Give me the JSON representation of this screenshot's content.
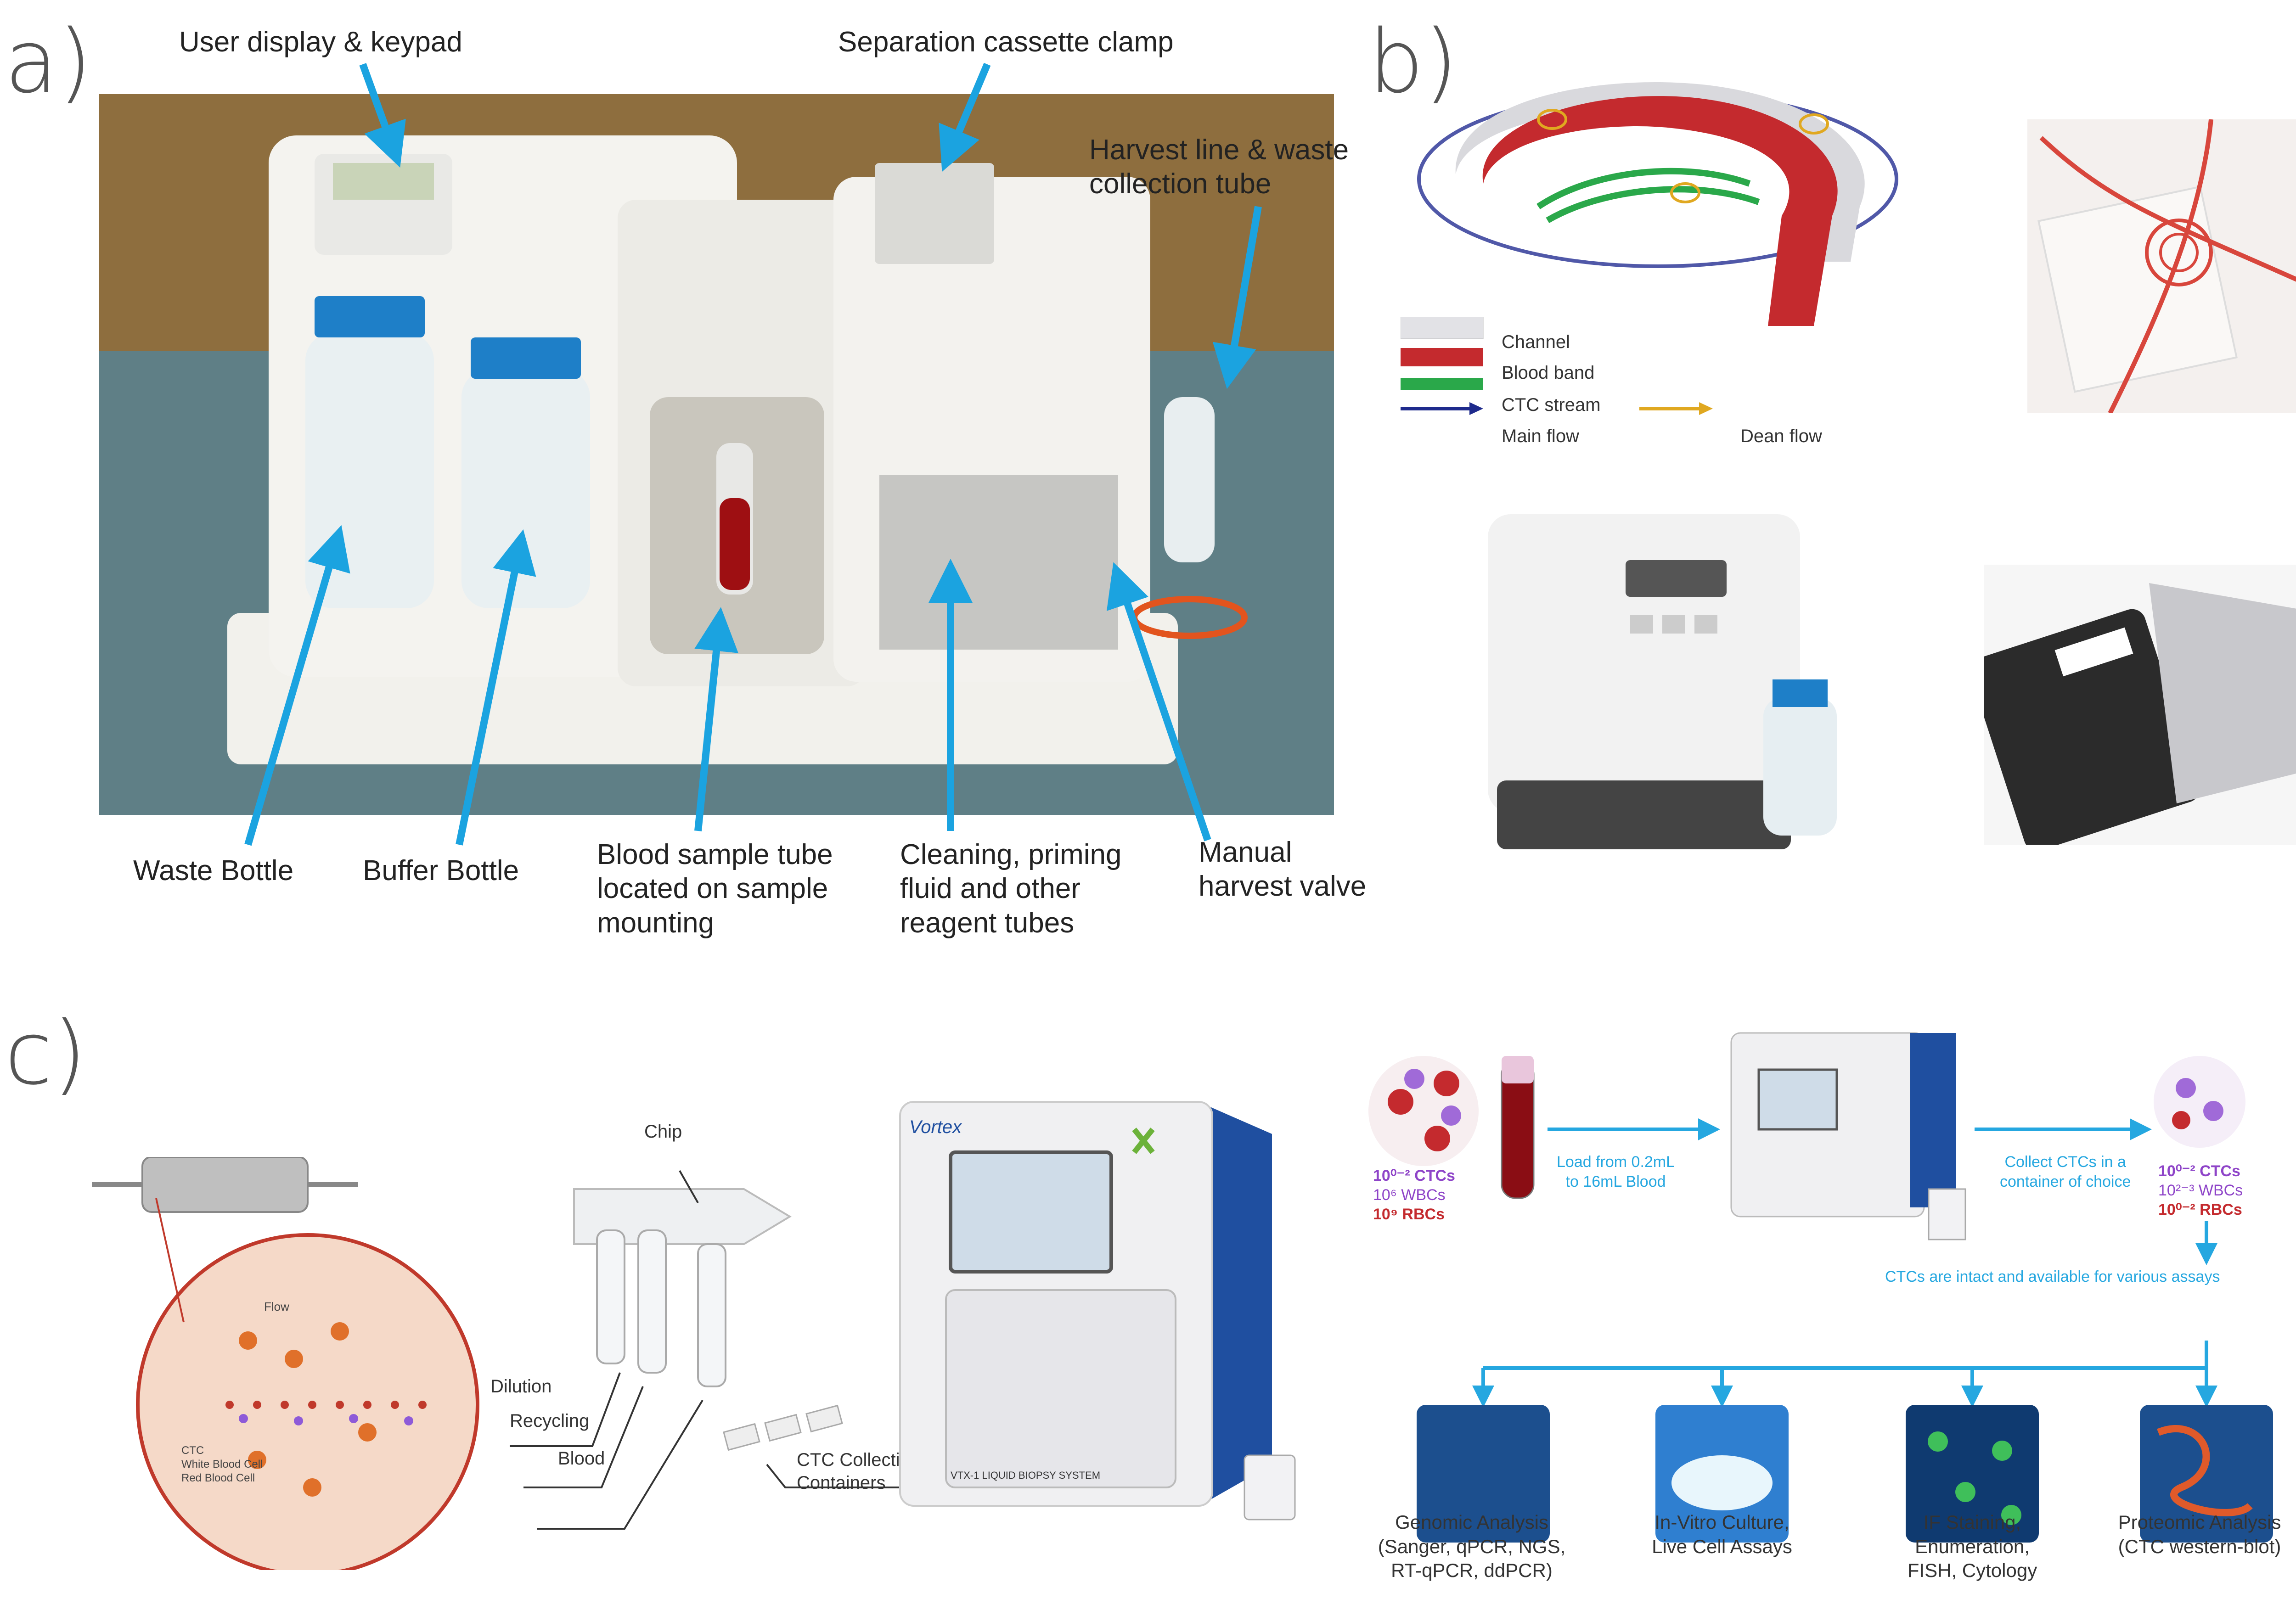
{
  "panel_a": {
    "label": "a)",
    "annotations": {
      "user_display": "User display & keypad",
      "cassette_clamp": "Separation cassette clamp",
      "harvest_line": "Harvest line & waste\ncollection tube",
      "waste_bottle": "Waste Bottle",
      "buffer_bottle": "Buffer Bottle",
      "blood_sample": "Blood sample tube\nlocated on sample\nmounting",
      "cleaning": "Cleaning, priming\nfluid and other\nreagent tubes",
      "manual_valve": "Manual\nharvest valve"
    },
    "arrow_color": "#1ba3e0"
  },
  "panel_b": {
    "label": "b)",
    "legend": {
      "channel": "Channel",
      "blood_band": "Blood band",
      "ctc_stream": "CTC stream",
      "main_flow": "Main flow",
      "dean_flow": "Dean flow"
    },
    "colors": {
      "channel": "#e2e2e6",
      "blood": "#c42a2e",
      "ctc": "#2aa84a",
      "main": "#1e2a8c",
      "dean": "#e0a820"
    }
  },
  "panel_c": {
    "label": "c)",
    "chip_labels": {
      "chip": "Chip",
      "dilution": "Dilution",
      "recycling": "Recycling",
      "blood": "Blood",
      "ctc_containers": "CTC Collection\nContainers"
    },
    "legend": {
      "ctc": "CTC",
      "wbc": "White Blood Cell",
      "rbc": "Red Blood Cell",
      "flow": "Flow"
    },
    "instrument": {
      "brand": "Vortex",
      "model": "VTX-1 LIQUID BIOPSY SYSTEM"
    },
    "workflow": {
      "input_counts": [
        "10⁰⁻² CTCs",
        "10⁶ WBCs",
        "10⁹ RBCs"
      ],
      "load_text": "Load from 0.2mL\nto 16mL Blood",
      "collect_text": "Collect CTCs in a\ncontainer of choice",
      "output_counts": [
        "10⁰⁻² CTCs",
        "10²⁻³ WBCs",
        "10⁰⁻² RBCs"
      ],
      "intact_text": "CTCs are intact and available for various assays",
      "assays": [
        "Genomic Analysis\n(Sanger, qPCR, NGS,\nRT-qPCR, ddPCR)",
        "In-Vitro Culture,\nLive Cell Assays",
        "IF Staining,\nEnumeration,\nFISH, Cytology",
        "Proteomic Analysis\n(CTC western-blot)"
      ],
      "flow_color": "#25a7e0"
    }
  }
}
